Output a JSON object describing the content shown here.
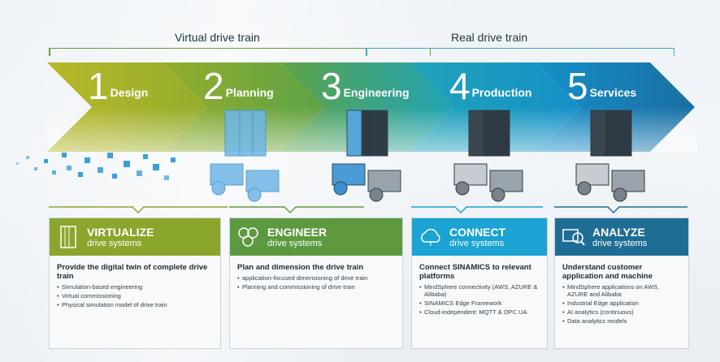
{
  "brackets": {
    "virtual": "Virtual drive train",
    "real": "Real drive train"
  },
  "steps": [
    {
      "num": "1",
      "name": "Design"
    },
    {
      "num": "2",
      "name": "Planning"
    },
    {
      "num": "3",
      "name": "Engineering"
    },
    {
      "num": "4",
      "name": "Production"
    },
    {
      "num": "5",
      "name": "Services"
    }
  ],
  "cards": [
    {
      "title": "VIRTUALIZE",
      "subtitle": "drive systems",
      "icon": "virtual-cube-icon",
      "color": "#8aa62c",
      "lead": "Provide the digital twin of complete drive train",
      "bullets": [
        "Simulation-based engineering",
        "Virtual commissioning",
        "Physical simulation model of drive train"
      ]
    },
    {
      "title": "ENGINEER",
      "subtitle": "drive systems",
      "icon": "engineering-gears-icon",
      "color": "#5d9a3f",
      "lead": "Plan and dimension the drive train",
      "bullets": [
        "application-focused dimensioning of drive train",
        "Planning and commissioning of drive train"
      ]
    },
    {
      "title": "CONNECT",
      "subtitle": "drive systems",
      "icon": "cloud-connect-icon",
      "color": "#1aa3d3",
      "lead": "Connect SINAMICS to relevant platforms",
      "bullets": [
        "MindSphere connectivity (AWS, AZURE & Alibaba)",
        "SINAMICS Edge Framework",
        "Cloud-independent: MQTT & OPC UA"
      ]
    },
    {
      "title": "ANALYZE",
      "subtitle": "drive systems",
      "icon": "analytics-magnifier-icon",
      "color": "#1e6d95",
      "lead": "Understand customer application and machine",
      "bullets": [
        "MindSphere applications on AWS, AZURE and Alibaba",
        "Industrial Edge application",
        "AI analytics (continuous)",
        "Data analytics models"
      ]
    }
  ],
  "colors": {
    "step1": "#a8b52a",
    "step2": "#7ea83b",
    "step3": "#3fa88f",
    "step4": "#15a3d2",
    "step5": "#1778aa"
  }
}
